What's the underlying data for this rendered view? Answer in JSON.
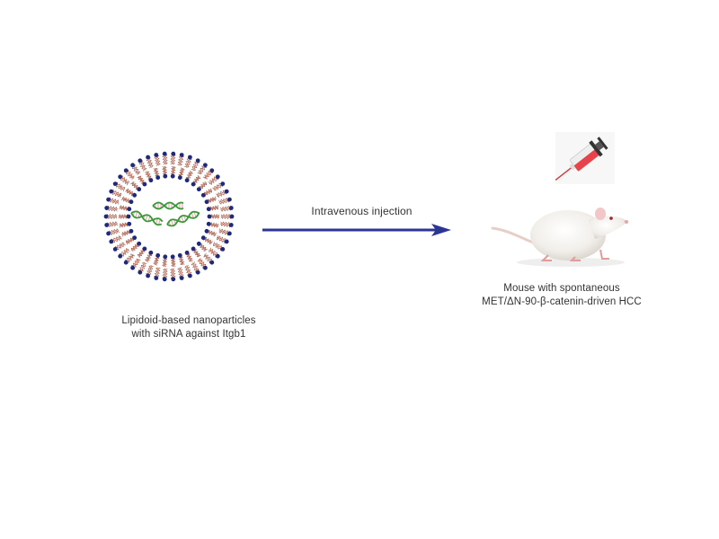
{
  "figure": {
    "nanoparticle": {
      "icon": "lipid-nanoparticle-icon",
      "cargo_icon": "sirna-double-helix-icon",
      "caption_line1": "Lipidoid-based nanoparticles",
      "caption_line2": "with siRNA against Itgb1",
      "colors": {
        "head": "#1f2a7a",
        "tail": "#a0452f",
        "helix": "#3a9a3a",
        "base": "#e6a0a0"
      }
    },
    "arrow": {
      "label": "Intravenous injection",
      "color": "#2b3594"
    },
    "syringe": {
      "icon": "syringe-icon",
      "colors": {
        "fluid": "#e8424a",
        "cap": "#333333",
        "barrel": "#eeeeee"
      }
    },
    "mouse": {
      "icon": "mouse-icon",
      "caption_line1": "Mouse with spontaneous",
      "caption_line2": "MET/ΔN-90-β-catenin-driven HCC"
    }
  }
}
